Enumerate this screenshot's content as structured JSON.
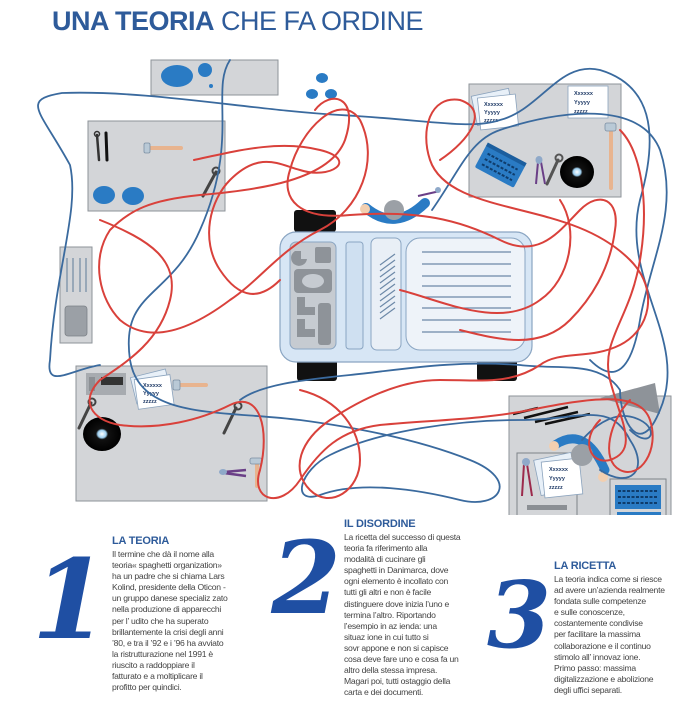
{
  "header": {
    "title_bold": "UNA TEORIA",
    "title_light": "CHE FA ORDINE"
  },
  "colors": {
    "brand_blue": "#2e5b9a",
    "number_blue": "#1f4fa3",
    "red_line": "#d9413b",
    "blue_line": "#3a6a9e",
    "desk_gray": "#cfd2d6",
    "table_blue": "#d7e6f5"
  },
  "illustration": {
    "doc_lines": [
      "Xxxxxx",
      "Yyyyy",
      "zzzzz"
    ]
  },
  "sections": [
    {
      "number": "1",
      "heading": "LA TEORIA",
      "body": "Il termine che dà il nome alla\nteoria« spaghetti organization»\nha un padre che si chiama Lars\nKolind, presidente della Oticon -\nun gruppo danese specializ zato\nnella produzione di apparecchi\nper l’ udito che ha superato\nbrillantemente la crisi degli anni\n’80, e tra il ’92 e i ’96 ha avviato\nla ristrutturazione nel 1991 è\nriuscito a raddoppiare il\nfatturato e a moltiplicare il\nprofitto per quindici."
    },
    {
      "number": "2",
      "heading": "IL DISORDINE",
      "body": "La ricetta del successo di questa\nteoria fa riferimento alla\nmodalità di cucinare gli\nspaghetti in Danimarca, dove\nogni elemento è incollato con\ntutti gli altri e non è facile\ndistinguere dove inizia l’uno e\ntermina l’altro. Riportando\nl’esempio in az ienda: una\nsituaz ione in cui tutto si\nsovr appone e non si capisce\ncosa deve fare uno e cosa fa un\naltro della stessa impresa.\nMagari poi, tutti ostaggio della\ncarta e dei documenti."
    },
    {
      "number": "3",
      "heading": "LA RICETTA",
      "body": "La teoria indica come si riesce\nad avere un’azienda realmente\nfondata sulle competenze\ne sulle conoscenze,\ncostantemente condivise\nper facilitare la massima\ncollaborazione e il continuo\nstimolo all’ innovaz ione.\nPrimo passo: massima\ndigitalizzazione e abolizione\ndegli uffici separati."
    }
  ]
}
